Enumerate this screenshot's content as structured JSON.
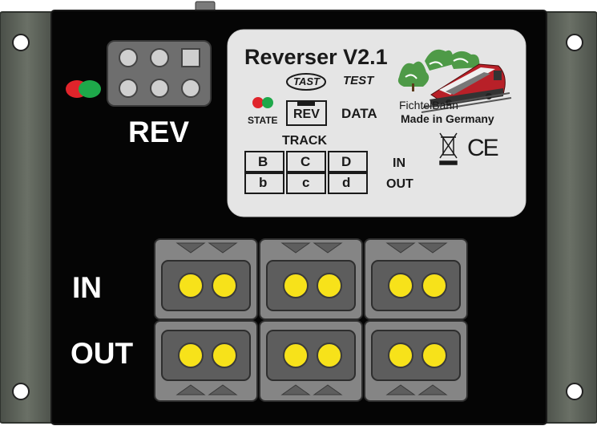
{
  "device": {
    "title": "Reverser V2.1",
    "tast_label": "TAST",
    "test_label": "TEST",
    "state_label": "STATE",
    "rev_box_label": "REV",
    "data_label": "DATA",
    "track_label": "TRACK",
    "track_upper": [
      "B",
      "C",
      "D"
    ],
    "track_lower": [
      "b",
      "c",
      "d"
    ],
    "in_small": "IN",
    "out_small": "OUT",
    "brand": "FichtelBahn",
    "made_in": "Made in Germany",
    "ce_mark": "CE",
    "rev_header_label": "REV",
    "in_label": "IN",
    "out_label": "OUT"
  },
  "colors": {
    "board": "#050505",
    "rail": "#5a5f57",
    "sticker": "#e5e5e5",
    "led_red": "#e0242b",
    "led_green": "#1ea84a",
    "contact_yellow": "#f7e21a",
    "terminal_gray": "#6b6b6b"
  },
  "icons": [
    "train-logo-icon",
    "weee-bin-icon",
    "mounting-hole-icon"
  ]
}
